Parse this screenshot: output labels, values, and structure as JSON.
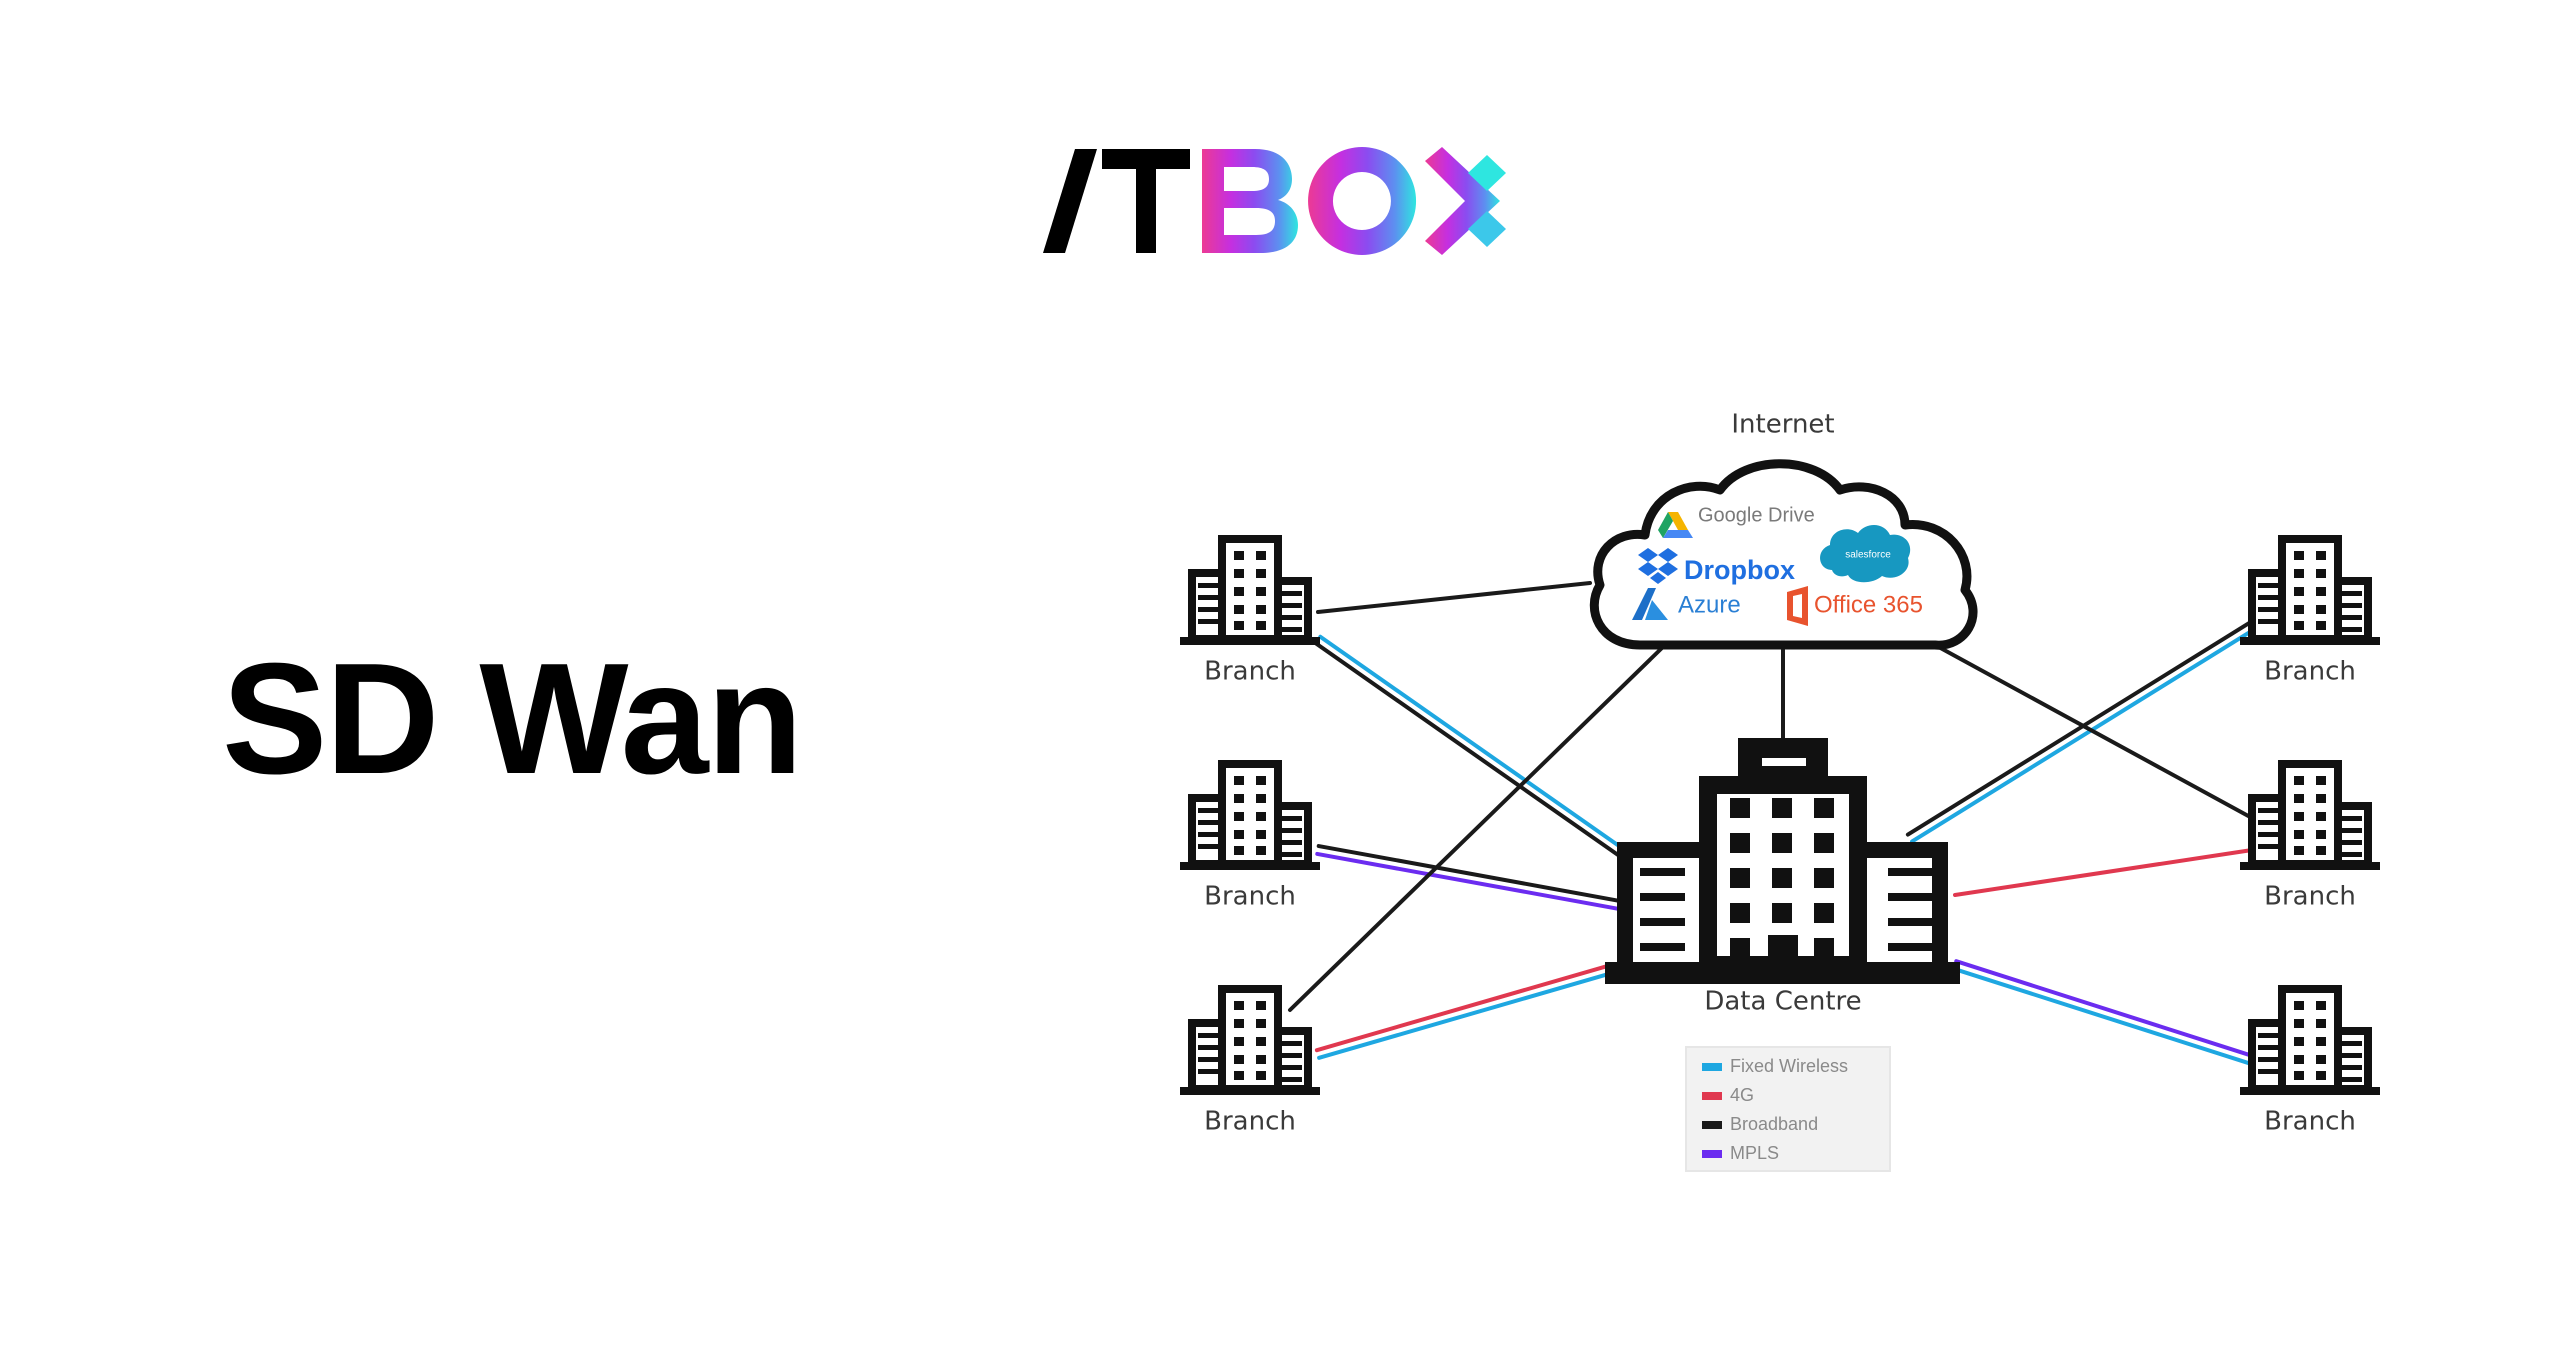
{
  "logo": {
    "prefix": "/T",
    "box_letters": "BO",
    "brand_name": "ITBOX",
    "gradient": [
      "#e9339a",
      "#c026d3",
      "#8b5cf6",
      "#5b8cf0",
      "#22d3ee"
    ]
  },
  "title": "SD Wan",
  "diagram": {
    "internet_label": "Internet",
    "cloud_services": [
      {
        "name": "Google Drive",
        "color": "#7a7a7a"
      },
      {
        "name": "Dropbox",
        "color": "#1f6fe0"
      },
      {
        "name": "salesforce",
        "color": "#1798c1"
      },
      {
        "name": "Azure",
        "color": "#2a7fd4"
      },
      {
        "name": "Office 365",
        "color": "#e8532e"
      }
    ],
    "data_centre_label": "Data Centre",
    "branches": [
      {
        "side": "left",
        "label": "Branch"
      },
      {
        "side": "left",
        "label": "Branch"
      },
      {
        "side": "left",
        "label": "Branch"
      },
      {
        "side": "right",
        "label": "Branch"
      },
      {
        "side": "right",
        "label": "Branch"
      },
      {
        "side": "right",
        "label": "Branch"
      }
    ],
    "link_types": {
      "fixed_wireless": {
        "label": "Fixed Wireless",
        "color": "#1ea7e1"
      },
      "4g": {
        "label": "4G",
        "color": "#e0384f"
      },
      "broadband": {
        "label": "Broadband",
        "color": "#1a1a1a"
      },
      "mpls": {
        "label": "MPLS",
        "color": "#6b2cf0"
      }
    },
    "connections": [
      {
        "from": "branch-left-1",
        "to": "internet",
        "types": [
          "broadband"
        ]
      },
      {
        "from": "branch-left-1",
        "to": "data-centre",
        "types": [
          "fixed_wireless",
          "broadband"
        ]
      },
      {
        "from": "branch-left-2",
        "to": "data-centre",
        "types": [
          "broadband",
          "mpls"
        ]
      },
      {
        "from": "branch-left-3",
        "to": "internet",
        "types": [
          "broadband"
        ]
      },
      {
        "from": "branch-left-3",
        "to": "data-centre",
        "types": [
          "4g",
          "fixed_wireless"
        ]
      },
      {
        "from": "branch-right-1",
        "to": "data-centre",
        "types": [
          "fixed_wireless",
          "broadband"
        ]
      },
      {
        "from": "branch-right-2",
        "to": "internet",
        "types": [
          "broadband"
        ]
      },
      {
        "from": "branch-right-2",
        "to": "data-centre",
        "types": [
          "4g"
        ]
      },
      {
        "from": "branch-right-3",
        "to": "data-centre",
        "types": [
          "fixed_wireless",
          "mpls"
        ]
      },
      {
        "from": "data-centre",
        "to": "internet",
        "types": [
          "broadband"
        ]
      }
    ],
    "legend": [
      "Fixed Wireless",
      "4G",
      "Broadband",
      "MPLS"
    ]
  }
}
